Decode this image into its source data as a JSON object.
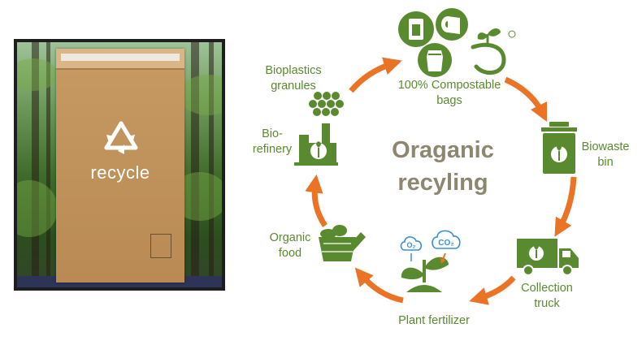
{
  "photo": {
    "bag_text": "recycle"
  },
  "title": {
    "line1": "Oraganic",
    "line2": "recyling"
  },
  "steps": {
    "compostable_bags": {
      "line1": "100% Compostable",
      "line2": "bags"
    },
    "biowaste_bin": {
      "line1": "Biowaste",
      "line2": "bin"
    },
    "collection_truck": {
      "line1": "Collection",
      "line2": "truck"
    },
    "plant_fertilizer": {
      "label": "Plant fertilizer",
      "o2": "O₂",
      "co2": "CO₂"
    },
    "organic_food": {
      "line1": "Organic",
      "line2": "food"
    },
    "biorefinery": {
      "line1": "Bio-",
      "line2": "refinery"
    },
    "bioplastics_granules": {
      "line1": "Bioplastics",
      "line2": "granules"
    }
  },
  "colors": {
    "green": "#5a8a2f",
    "arrow": "#ea7326",
    "title": "#8d8771"
  },
  "icons": [
    "bag-icon",
    "paper-roll-icon",
    "pouch-icon",
    "sprout-logo-icon",
    "trash-bin-icon",
    "truck-icon",
    "plant-icon",
    "basket-icon",
    "factory-icon",
    "granules-icon"
  ]
}
